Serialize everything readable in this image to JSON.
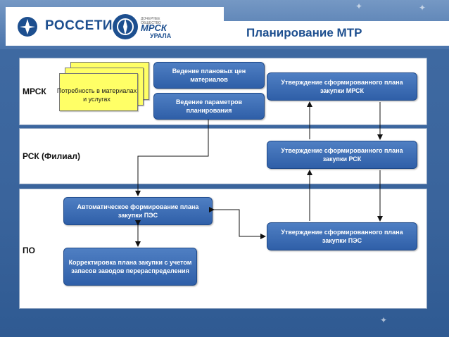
{
  "header": {
    "logo1_text": "РОССЕТИ",
    "logo2_small": "ДОЧЕРНЕЕ ОБЩЕСТВО",
    "logo2_text": "МРСК",
    "logo2_sub": "УРАЛА",
    "title": "Планирование МТР"
  },
  "lanes": {
    "mrsk": "МРСК",
    "rsk": "РСК (Филиал)",
    "po": "ПО"
  },
  "boxes": {
    "need": "Потребность в материалах и услугах",
    "prices": "Ведение плановых цен материалов",
    "params": "Ведение параметров планирования",
    "approve_mrsk": "Утверждение сформированного плана закупки МРСК",
    "approve_rsk": "Утверждение сформированного плана закупки РСК",
    "auto": "Автоматическое формирование плана закупки ПЭС",
    "approve_pes": "Утверждение сформированного плана закупки ПЭС",
    "correct": "Корректировка плана закупки с учетом запасов заводов перераспределения"
  },
  "colors": {
    "box_fill": "#3a6ab4",
    "doc_fill": "#ffff66",
    "background": "#3f6aa2"
  }
}
